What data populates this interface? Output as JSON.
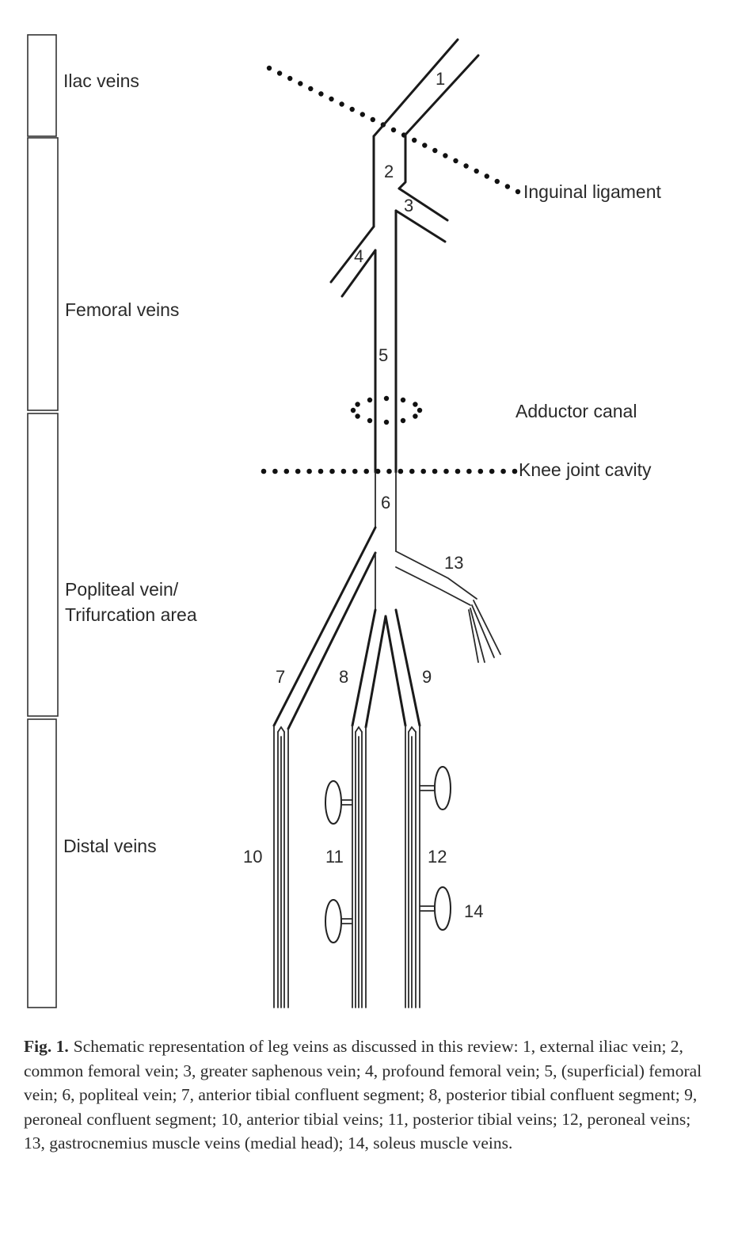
{
  "regions": {
    "iliac": "Ilac veins",
    "femoral": "Femoral veins",
    "popliteal_line1": "Popliteal vein/",
    "popliteal_line2": "Trifurcation area",
    "distal": "Distal veins"
  },
  "landmarks": {
    "inguinal": "Inguinal ligament",
    "adductor": "Adductor canal",
    "knee": "Knee joint cavity"
  },
  "vein_numbers": {
    "n1": "1",
    "n2": "2",
    "n3": "3",
    "n4": "4",
    "n5": "5",
    "n6": "6",
    "n7": "7",
    "n8": "8",
    "n9": "9",
    "n10": "10",
    "n11": "11",
    "n12": "12",
    "n13": "13",
    "n14": "14"
  },
  "caption": {
    "label": "Fig. 1.",
    "text": "Schematic representation of leg veins as discussed in this review: 1, external iliac vein; 2, common femoral vein; 3, greater saphenous vein; 4, profound femoral vein; 5, (superficial) femoral vein; 6, popliteal vein; 7, anterior tibial confluent segment; 8, posterior tibial confluent segment; 9, peroneal confluent segment; 10, anterior tibial veins; 11, posterior tibial veins; 12, peroneal veins; 13, gastrocnemius muscle veins (medial head); 14, soleus muscle veins."
  }
}
